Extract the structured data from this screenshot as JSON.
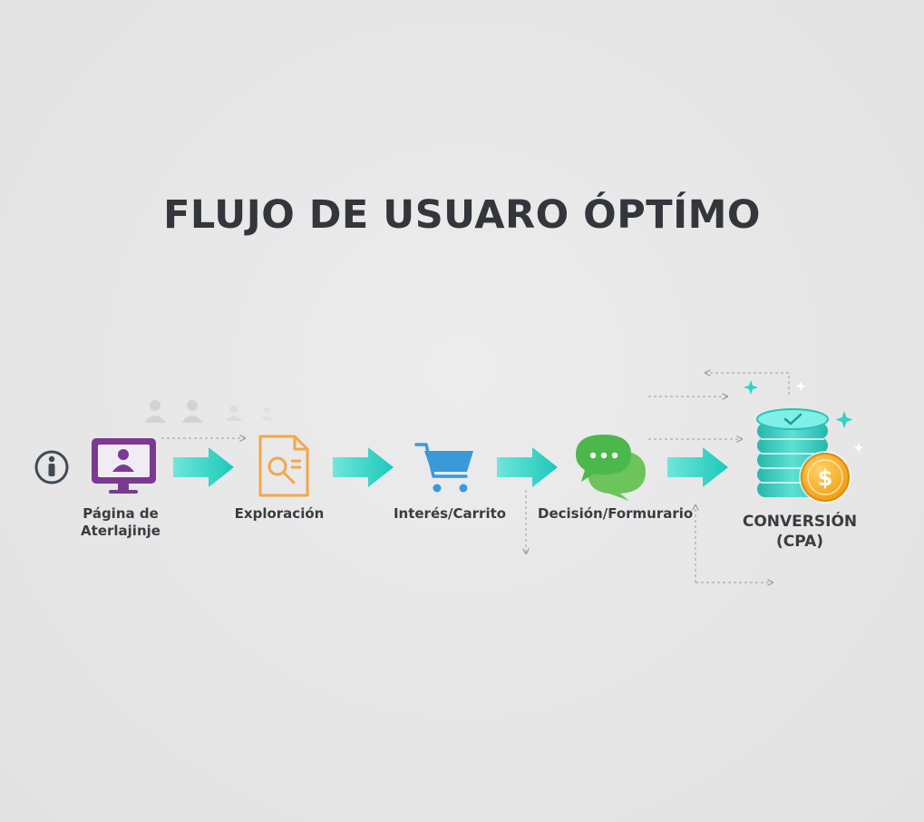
{
  "title": "FLUJO DE USUARO ÓPTÍMO",
  "steps": [
    {
      "id": "landing",
      "label": "Página de\nAterlajinje",
      "icon": "monitor-user-icon",
      "color": "#7b3a92"
    },
    {
      "id": "exploration",
      "label": "Exploración",
      "icon": "document-search-icon",
      "color": "#f2a74b"
    },
    {
      "id": "interest",
      "label": "Interés/Carrito",
      "icon": "shopping-cart-icon",
      "color": "#3a9ad9"
    },
    {
      "id": "decision",
      "label": "Decisión/Formurario",
      "icon": "chat-bubbles-icon",
      "color": "#4ab84a"
    },
    {
      "id": "conversion",
      "label": "CONVERSIÓN\n(CPA)",
      "icon": "coin-stack-dollar-icon",
      "color": "#2ec7b8"
    }
  ],
  "colors": {
    "arrow": "#2ed3c6",
    "coin": "#f5a623",
    "text": "#33363b"
  },
  "decor": {
    "start_icon": "info-user-icon",
    "ghost_icons": "user-silhouette-icon",
    "sparkle_icon": "sparkle-icon",
    "coin_symbol": "$"
  }
}
